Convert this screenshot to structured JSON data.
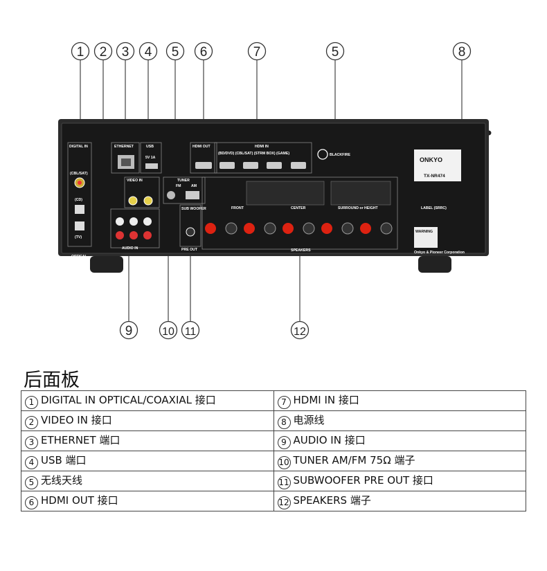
{
  "callouts": {
    "c1": "1",
    "c2": "2",
    "c3": "3",
    "c4": "4",
    "c5a": "5",
    "c6": "6",
    "c7": "7",
    "c5b": "5",
    "c8": "8",
    "c9": "9",
    "c10": "10",
    "c11": "11",
    "c12": "12"
  },
  "panel": {
    "digital_in": "DIGITAL IN",
    "cbl_sat": "(CBL/SAT)",
    "cd": "(CD)",
    "tv": "(TV)",
    "optical": "OPTICAL",
    "ethernet": "ETHERNET",
    "usb": "USB",
    "usb_rating": "5V 1A",
    "hdmi_out": "HDMI OUT",
    "hdmi_in": "HDMI IN",
    "hdmi_sub": "(BD/DVD)   (CBL/SAT)   (STRM BOX)   (GAME)",
    "blackfire": "BLACKFIRE",
    "video_in": "VIDEO IN",
    "tuner": "TUNER",
    "fm": "FM",
    "am": "AM",
    "subwoofer": "SUB WOOFER",
    "pre_out": "PRE OUT",
    "audio_in": "AUDIO IN",
    "front": "FRONT",
    "center": "CENTER",
    "surround": "SURROUND or HEIGHT",
    "speakers": "SPEAKERS",
    "brand": "ONKYO",
    "model": "TX-NR474",
    "label_srrc": "LABEL  (SRRC)",
    "warning": "WARNING",
    "corp": "Onkyo & Pioneer Corporation"
  },
  "title": "后面板",
  "legend": [
    {
      "num": "1",
      "text": "DIGITAL IN OPTICAL/COAXIAL 接口"
    },
    {
      "num": "7",
      "text": "HDMI IN 接口"
    },
    {
      "num": "2",
      "text": "VIDEO IN 接口"
    },
    {
      "num": "8",
      "text": "电源线"
    },
    {
      "num": "3",
      "text": "ETHERNET 端口"
    },
    {
      "num": "9",
      "text": "AUDIO IN 接口"
    },
    {
      "num": "4",
      "text": "USB 端口"
    },
    {
      "num": "10",
      "text": "TUNER AM/FM 75Ω 端子"
    },
    {
      "num": "5",
      "text": "无线天线"
    },
    {
      "num": "11",
      "text": "SUBWOOFER PRE OUT 接口"
    },
    {
      "num": "6",
      "text": "HDMI OUT 接口"
    },
    {
      "num": "12",
      "text": "SPEAKERS 端子"
    }
  ]
}
